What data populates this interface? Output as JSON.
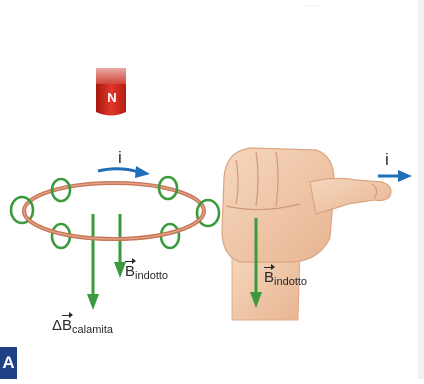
{
  "magnet": {
    "pole_label": "N"
  },
  "ring_side": {
    "current_label": "i",
    "induced_field_label": {
      "base": "B",
      "subscript": "indotto"
    },
    "magnet_field_change_label": {
      "prefix": "Δ",
      "base": "B",
      "subscript": "calamita"
    }
  },
  "hand_side": {
    "current_label": "i",
    "induced_field_label": {
      "base": "B",
      "subscript": "indotto"
    }
  },
  "panel_badge": "A",
  "colors": {
    "field_arrows": "#3a9a3c",
    "current_arrows": "#1f6fb8",
    "ring": "#c8765a",
    "magnet_red": "#cf2a1e",
    "badge": "#1f3f86"
  }
}
